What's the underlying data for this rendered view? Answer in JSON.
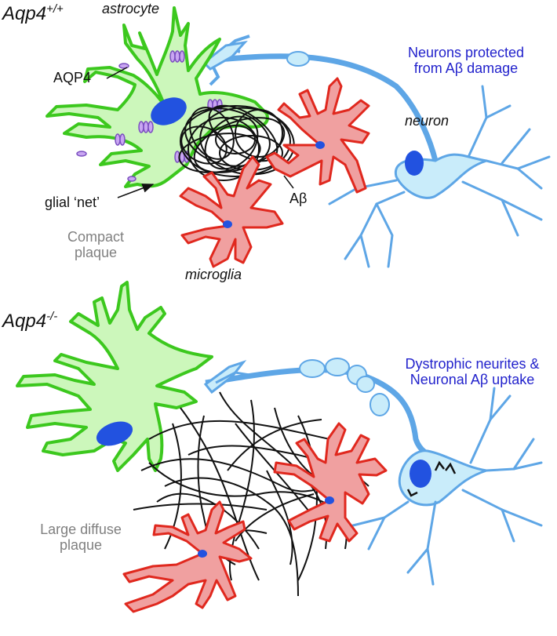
{
  "panels": [
    {
      "id": "wt",
      "genotype_prefix": "Aqp4",
      "genotype_sup": "+/+",
      "cell_labels": {
        "astrocyte": "astrocyte",
        "neuron": "neuron",
        "microglia": "microglia"
      },
      "annotations": {
        "aqp4": "AQP4",
        "glial_net": "glial ‘net’",
        "abeta": "Aβ"
      },
      "plaque_line1": "Compact",
      "plaque_line2": "plaque",
      "outcome_line1": "Neurons protected",
      "outcome_line2": "from Aβ damage"
    },
    {
      "id": "ko",
      "genotype_prefix": "Aqp4",
      "genotype_sup": "-/-",
      "plaque_line1": "Large diffuse",
      "plaque_line2": "plaque",
      "outcome_line1": "Dystrophic neurites &",
      "outcome_line2": "Neuronal Aβ uptake"
    }
  ],
  "colors": {
    "astrocyte_fill": "#ccf7bb",
    "astrocyte_stroke": "#3cc81e",
    "neuron_fill": "#c9ecfa",
    "neuron_stroke": "#5ea6e6",
    "microglia_fill": "#f0a0a0",
    "microglia_stroke": "#e0281e",
    "nucleus": "#2252e0",
    "aqp4_channel": "#c9a6f2",
    "amyloid": "#111111",
    "outcome_text": "#2222cc",
    "plaque_text": "#808080"
  }
}
